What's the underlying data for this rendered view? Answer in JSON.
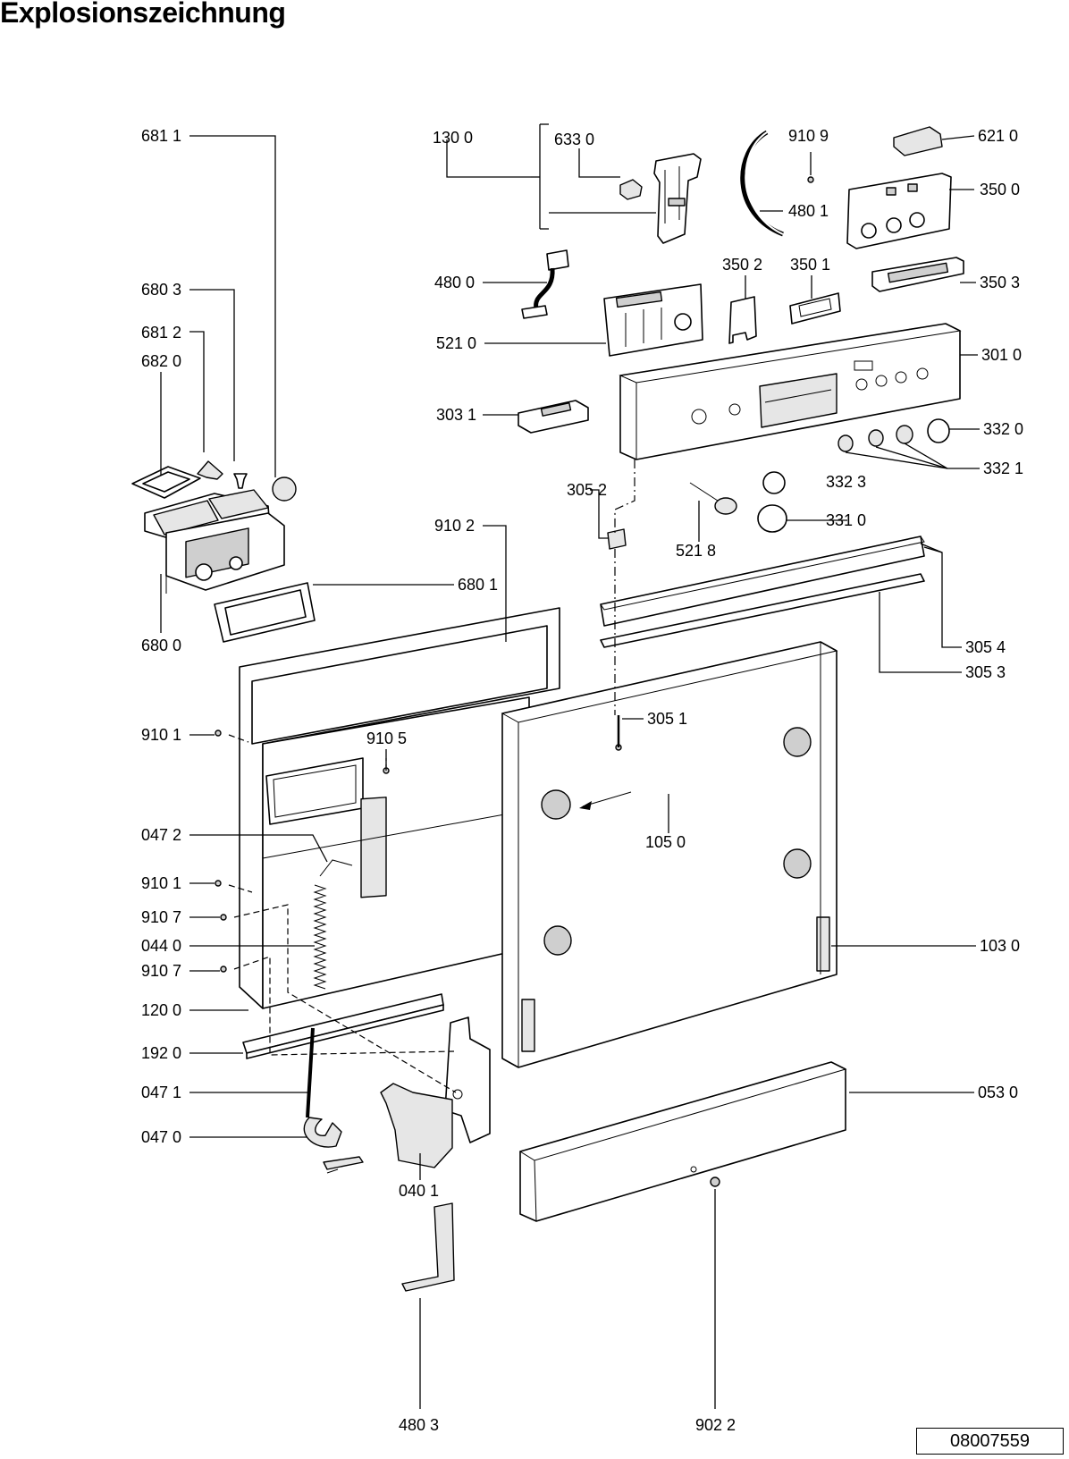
{
  "title": "Explosionszeichnung",
  "doc_number": "08007559",
  "part_labels": [
    "681 1",
    "680 3",
    "681 2",
    "682 0",
    "680 0",
    "680 1",
    "130 0",
    "633 0",
    "910 9",
    "480 1",
    "621 0",
    "350 0",
    "480 0",
    "350 2",
    "350 1",
    "350 3",
    "521 0",
    "301 0",
    "303 1",
    "332 0",
    "332 1",
    "332 3",
    "305 2",
    "331 0",
    "521 8",
    "910 2",
    "305 4",
    "305 3",
    "305 1",
    "910 1",
    "910 5",
    "105 0",
    "047 2",
    "910 1",
    "910 7",
    "044 0",
    "910 7",
    "103 0",
    "120 0",
    "192 0",
    "047 1",
    "053 0",
    "047 0",
    "040 1",
    "480 3",
    "902 2"
  ]
}
